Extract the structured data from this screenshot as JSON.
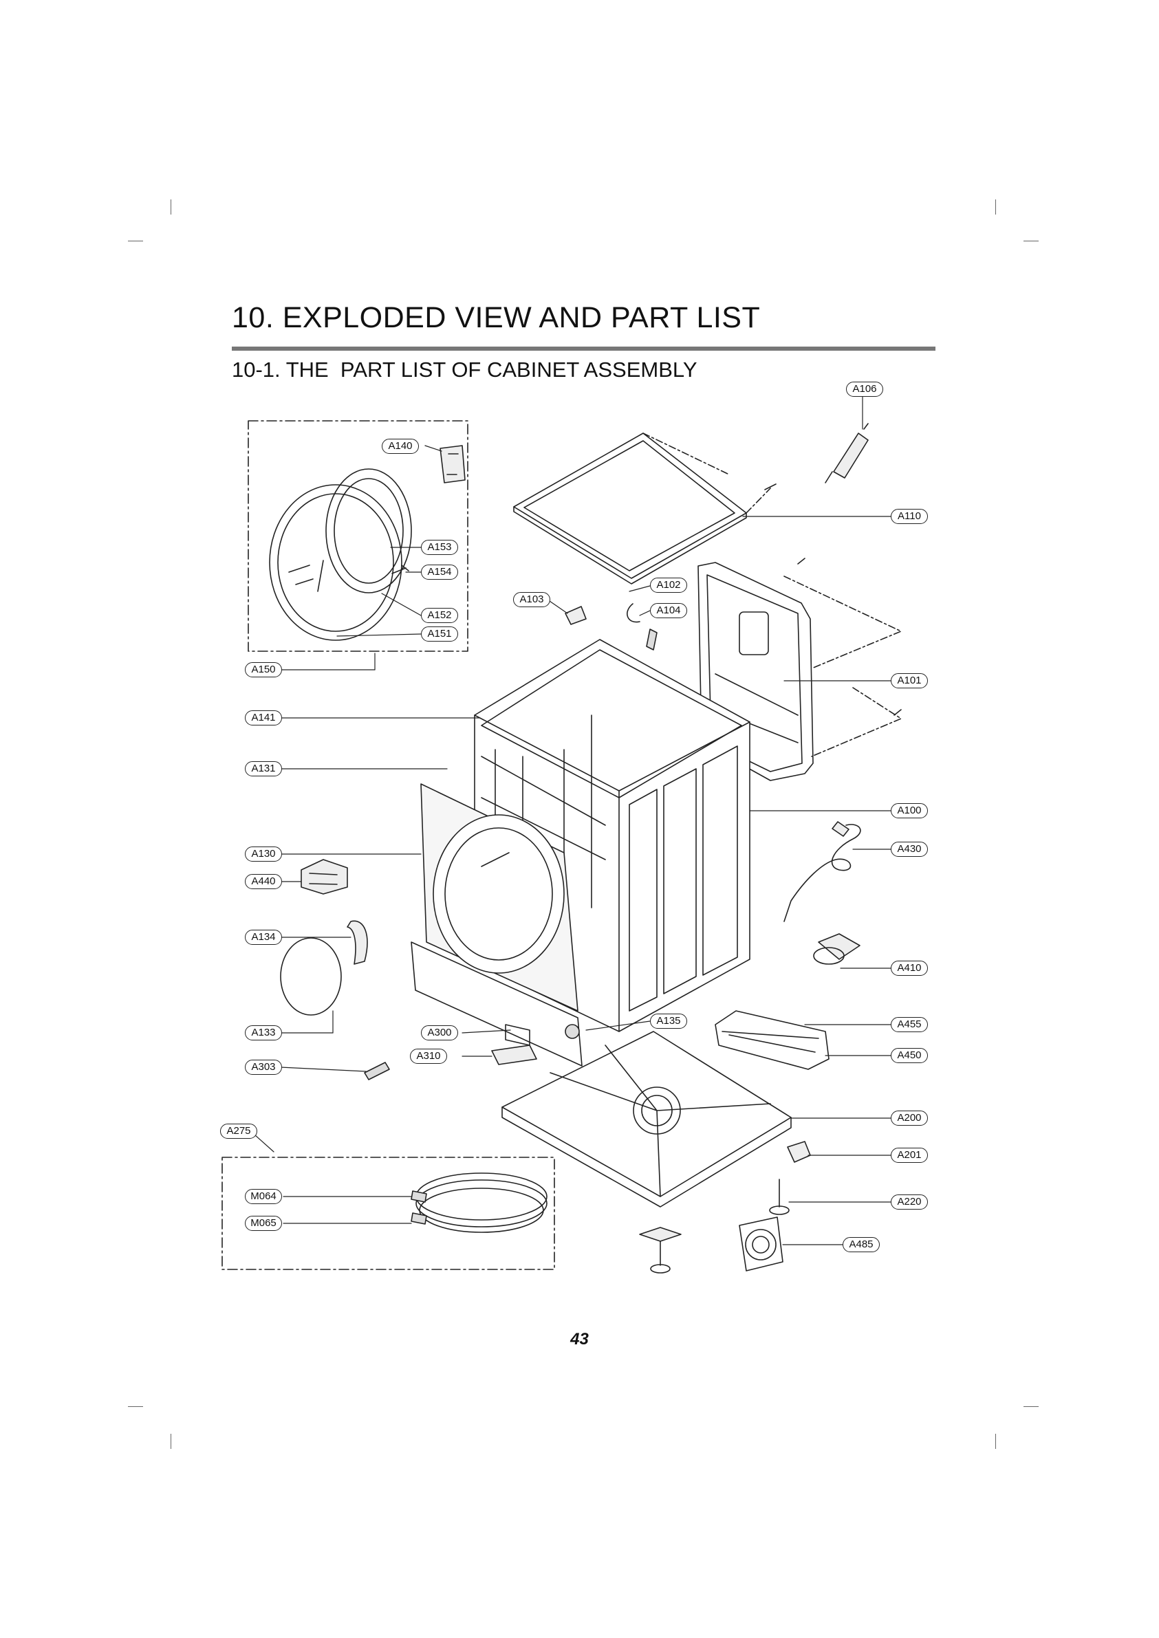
{
  "heading": {
    "title": "10. EXPLODED VIEW AND PART LIST",
    "subtitle": "10-1. THE  PART LIST OF CABINET ASSEMBLY"
  },
  "parts": {
    "a106": "A106",
    "a140": "A140",
    "a110": "A110",
    "a153": "A153",
    "a154": "A154",
    "a102": "A102",
    "a103": "A103",
    "a104": "A104",
    "a152": "A152",
    "a151": "A151",
    "a150": "A150",
    "a101": "A101",
    "a141": "A141",
    "a131": "A131",
    "a100": "A100",
    "a130": "A130",
    "a430": "A430",
    "a440": "A440",
    "a134": "A134",
    "a410": "A410",
    "a135": "A135",
    "a455": "A455",
    "a300": "A300",
    "a133": "A133",
    "a310": "A310",
    "a450": "A450",
    "a303": "A303",
    "a200": "A200",
    "a275": "A275",
    "a201": "A201",
    "m064": "M064",
    "a220": "A220",
    "m065": "M065",
    "a485": "A485"
  },
  "footer": {
    "page_number": "43"
  }
}
